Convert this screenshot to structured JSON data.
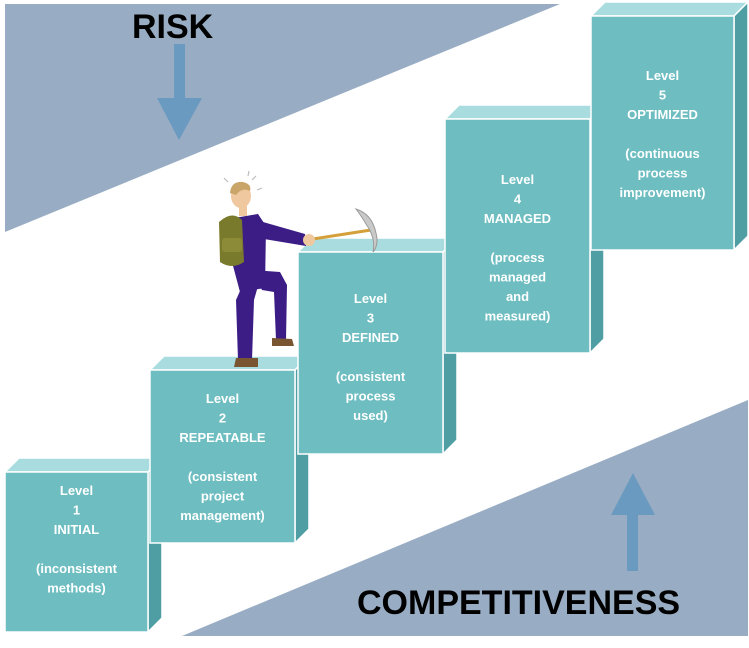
{
  "colors": {
    "band": "#98acc3",
    "arrow": "#6a9ac0",
    "box_front": "#6dbdc1",
    "box_top": "#a9dcde",
    "box_side": "#4f9ea3",
    "box_edge": "#ffffff",
    "text_on_box": "#ffffff",
    "heading_text": "#000000"
  },
  "risk": {
    "label": "RISK",
    "arrow_direction": "down",
    "icon": "arrow-down-icon"
  },
  "competitiveness": {
    "label": "COMPETITIVENESS",
    "arrow_direction": "up",
    "icon": "arrow-up-icon"
  },
  "figure": {
    "description": "climber-with-pickaxe-and-backpack",
    "icon": "climber-icon"
  },
  "levels": [
    {
      "level_label": "Level",
      "number": "1",
      "name": "INITIAL",
      "desc_lines": [
        "(inconsistent",
        "methods)"
      ]
    },
    {
      "level_label": "Level",
      "number": "2",
      "name": "REPEATABLE",
      "desc_lines": [
        "(consistent",
        "project",
        "management)"
      ]
    },
    {
      "level_label": "Level",
      "number": "3",
      "name": "DEFINED",
      "desc_lines": [
        "(consistent",
        "process",
        "used)"
      ]
    },
    {
      "level_label": "Level",
      "number": "4",
      "name": "MANAGED",
      "desc_lines": [
        "(process",
        "managed",
        "and",
        "measured)"
      ]
    },
    {
      "level_label": "Level",
      "number": "5",
      "name": "OPTIMIZED",
      "desc_lines": [
        "(continuous",
        "process",
        "improvement)"
      ]
    }
  ]
}
